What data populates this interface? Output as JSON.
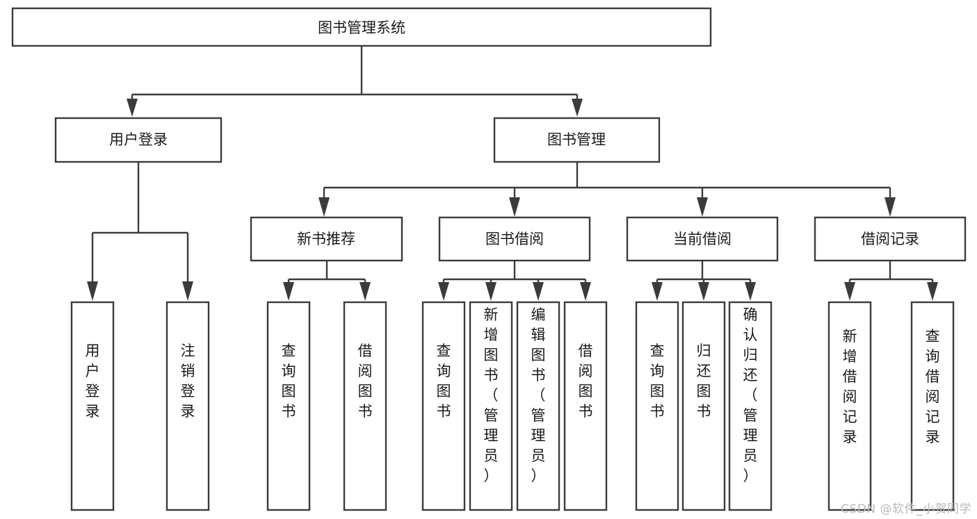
{
  "diagram": {
    "type": "tree",
    "title": "图书管理系统",
    "watermark": "CSDN @软件_小贺同学",
    "colors": {
      "stroke": "#3b3b3b",
      "box_fill": "#ffffff",
      "text": "#1a1a1a",
      "watermark": "#b9b9b9",
      "background": "#ffffff"
    },
    "nodes": {
      "root": {
        "label": "图书管理系统"
      },
      "level2": [
        {
          "label": "用户登录"
        },
        {
          "label": "图书管理"
        }
      ],
      "level3": [
        {
          "label": "新书推荐"
        },
        {
          "label": "图书借阅"
        },
        {
          "label": "当前借阅"
        },
        {
          "label": "借阅记录"
        }
      ],
      "leaves_user_login": [
        {
          "label": "用户登录"
        },
        {
          "label": "注销登录"
        }
      ],
      "leaves_new_book": [
        {
          "label": "查询图书"
        },
        {
          "label": "借阅图书"
        }
      ],
      "leaves_borrow": [
        {
          "label": "查询图书"
        },
        {
          "label": "新增图书（管理员）"
        },
        {
          "label": "编辑图书（管理员）"
        },
        {
          "label": "借阅图书"
        }
      ],
      "leaves_current": [
        {
          "label": "查询图书"
        },
        {
          "label": "归还图书"
        },
        {
          "label": "确认归还（管理员）"
        }
      ],
      "leaves_records": [
        {
          "label": "新增借阅记录"
        },
        {
          "label": "查询借阅记录"
        }
      ]
    }
  }
}
